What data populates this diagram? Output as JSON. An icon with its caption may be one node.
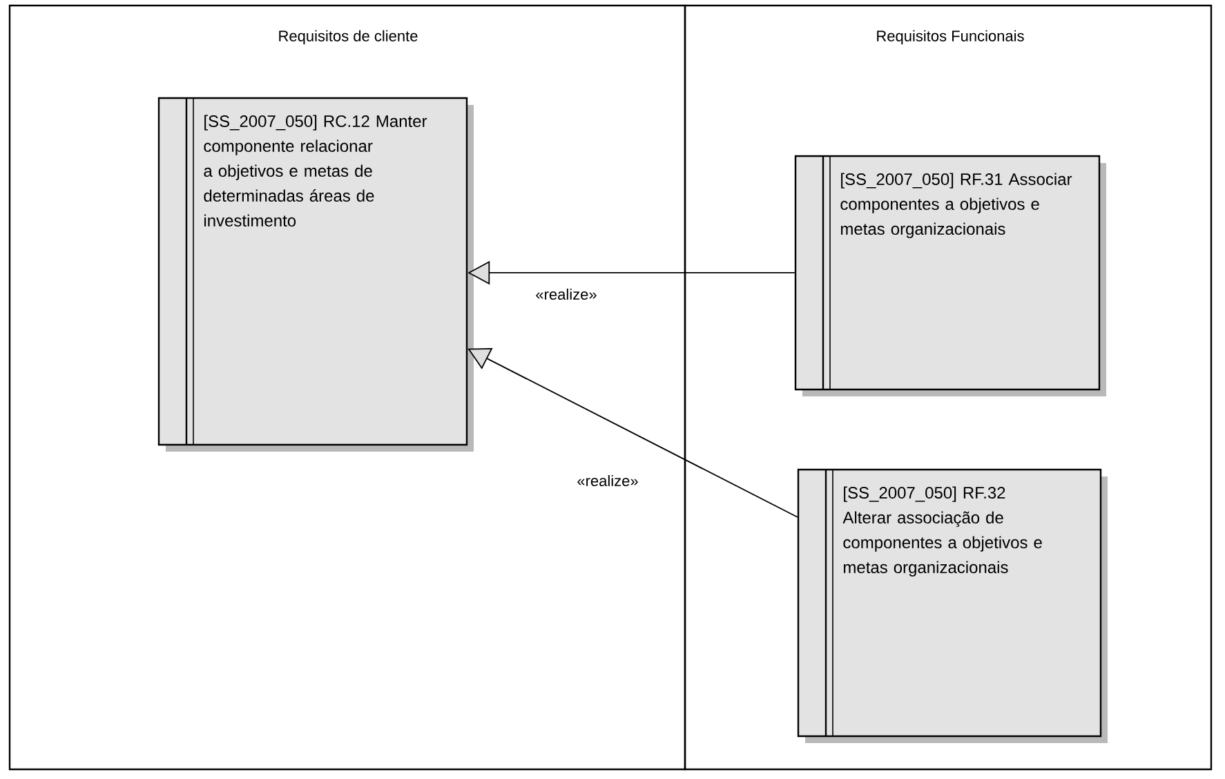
{
  "diagram": {
    "nodes": [
      {
        "text": [
          "Requisitos de cliente"
        ]
      },
      {
        "text": [
          "Requisitos Funcionais"
        ]
      },
      {
        "text": [
          "[SS_2007_050] RC.12 Manter componente relacionar a objetivos e metas de determinadas áreas de investimento"
        ],
        "in": 0
      },
      {
        "text": [
          "[SS_2007_050] RF.31 Associar componentes a objetivos e metas organizacionais"
        ],
        "in": 1
      },
      {
        "text": [
          "[SS_2007_050] RF.32 Alterar associação de componentes a objetivos e metas organizacionais"
        ],
        "in": 1
      }
    ],
    "edges": [
      {
        "from": 3,
        "to": 2,
        "arrow": "to",
        "label": "«realize»"
      },
      {
        "from": 4,
        "to": 2,
        "arrow": "to",
        "label": "«realize»"
      }
    ]
  }
}
